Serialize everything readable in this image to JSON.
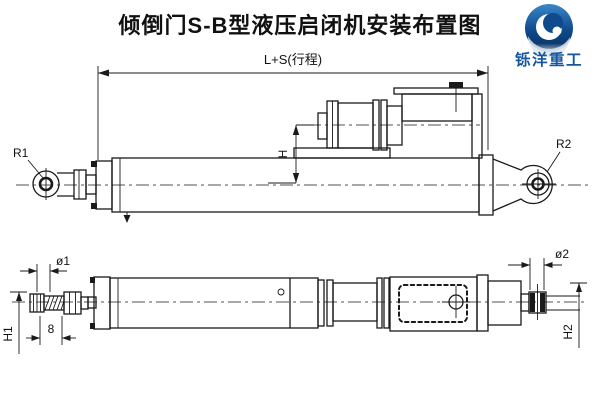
{
  "title": "倾倒门S-B型液压启闭机安装布置图",
  "brand": {
    "name": "铄洋重工",
    "color": "#15569e"
  },
  "drawing": {
    "line_color": "#1a1a1a",
    "background": "#ffffff",
    "dim_labels": {
      "length": "L+S(行程)",
      "height": "H",
      "front_eye_radius": "R1",
      "rear_eye_radius": "R2",
      "front_rod_dia": "ø1",
      "rear_pin_dia": "ø2",
      "front_flat_width": "8",
      "front_height": "H1",
      "rear_height": "H2"
    }
  }
}
